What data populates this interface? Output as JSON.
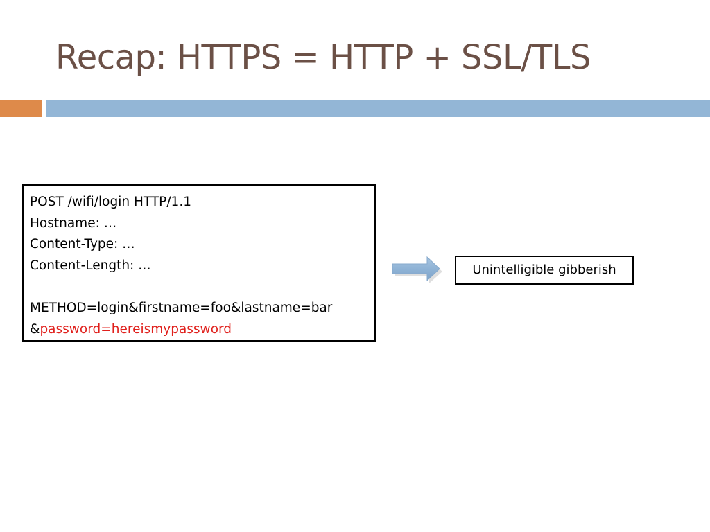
{
  "slide": {
    "title": "Recap: HTTPS = HTTP + SSL/TLS",
    "colors": {
      "title_text": "#6b5046",
      "accent_orange": "#de8a4a",
      "accent_blue": "#93b6d6",
      "password_highlight": "#e0201c",
      "arrow_fill": "#8fb3d6"
    }
  },
  "request": {
    "lines": [
      "POST /wifi/login HTTP/1.1",
      "Hostname: …",
      "Content-Type: …",
      "Content-Length: …"
    ],
    "body_line": "METHOD=login&firstname=foo&lastname=bar",
    "body_prefix": "&",
    "password_text": "password=hereismypassword"
  },
  "arrow": {
    "icon": "right-arrow-icon"
  },
  "result": {
    "label": "Unintelligible gibberish"
  }
}
